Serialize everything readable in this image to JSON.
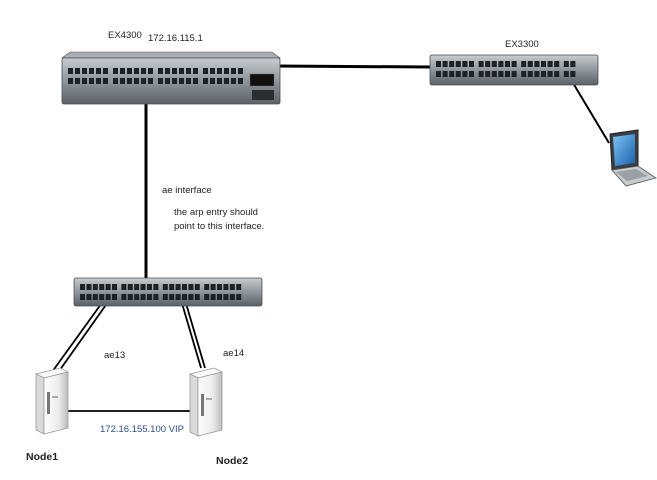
{
  "labels": {
    "ex4300": "EX4300",
    "ex4300_ip": "172.16.115.1",
    "ex3300": "EX3300",
    "ae_interface": "ae interface",
    "arp_note_line1": "the arp entry should",
    "arp_note_line2": "point to this interface.",
    "ae13": "ae13",
    "ae14": "ae14",
    "vip": "172.16.155.100 VIP",
    "node1": "Node1",
    "node2": "Node2"
  },
  "colors": {
    "link": "#000000",
    "switch_body": "#8f959a",
    "switch_dark": "#3a3e42",
    "port": "#1e2226",
    "laptop_screen": "#2a7fc8",
    "server_body": "#f2f2f2",
    "vip_text": "#2b4c8c"
  },
  "icons": {
    "core_switch": "switch-icon",
    "access_switch": "switch-icon",
    "laptop": "laptop-icon",
    "node1": "server-icon",
    "node2": "server-icon"
  }
}
